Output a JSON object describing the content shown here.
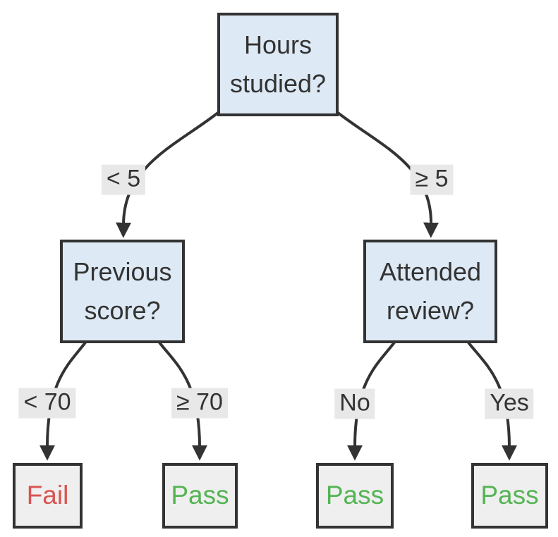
{
  "diagram": {
    "type": "decision-tree-flowchart",
    "nodes": {
      "root": {
        "line1": "Hours",
        "line2": "studied?"
      },
      "previous": {
        "line1": "Previous",
        "line2": "score?"
      },
      "attended": {
        "line1": "Attended",
        "line2": "review?"
      },
      "leaf_fail": {
        "label": "Fail",
        "outcome": "fail"
      },
      "leaf_pass_ge70": {
        "label": "Pass",
        "outcome": "pass"
      },
      "leaf_pass_no": {
        "label": "Pass",
        "outcome": "pass"
      },
      "leaf_pass_yes": {
        "label": "Pass",
        "outcome": "pass"
      }
    },
    "edge_labels": {
      "root_left": "< 5",
      "root_right": "≥ 5",
      "previous_left": "< 70",
      "previous_right": "≥ 70",
      "attended_left": "No",
      "attended_right": "Yes"
    },
    "logic": [
      {
        "from": "Hours studied?",
        "condition": "< 5",
        "to": "Previous score?"
      },
      {
        "from": "Hours studied?",
        "condition": "≥ 5",
        "to": "Attended review?"
      },
      {
        "from": "Previous score?",
        "condition": "< 70",
        "to": "Fail"
      },
      {
        "from": "Previous score?",
        "condition": "≥ 70",
        "to": "Pass"
      },
      {
        "from": "Attended review?",
        "condition": "No",
        "to": "Pass"
      },
      {
        "from": "Attended review?",
        "condition": "Yes",
        "to": "Pass"
      }
    ]
  },
  "colors": {
    "decision_fill": "#dde9f4",
    "leaf_fill": "#efefef",
    "node_border": "#333333",
    "edge_stroke": "#333333",
    "edge_label_bg": "#e8e8e8",
    "text": "#333333",
    "fail_text": "#d95350",
    "pass_text": "#54b454"
  }
}
